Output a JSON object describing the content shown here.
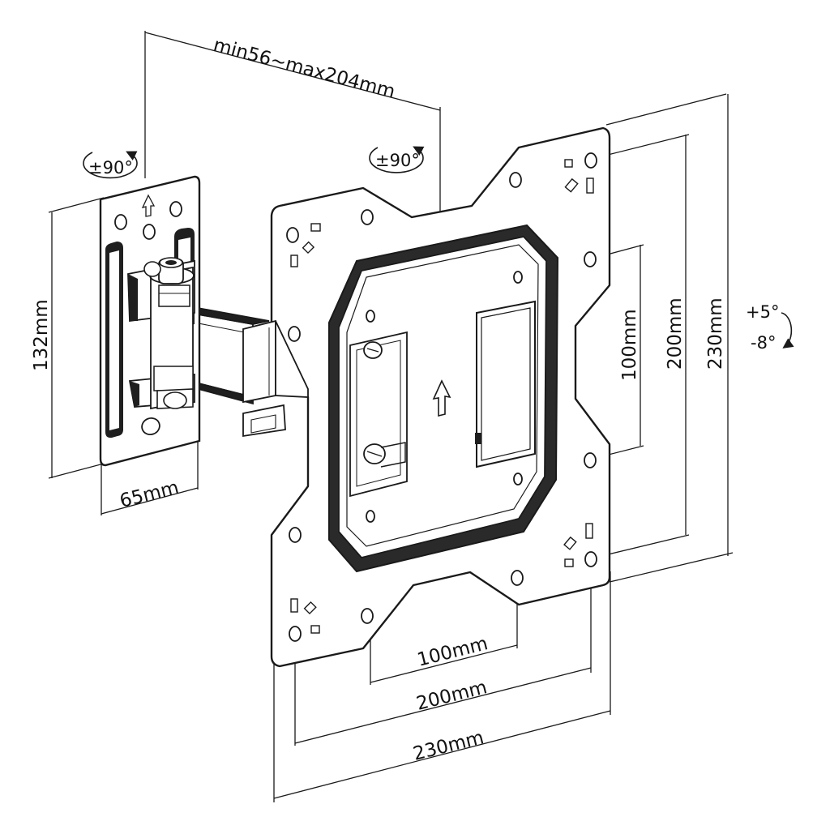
{
  "diagram": {
    "colors": {
      "line": "#1a1a1a",
      "dark": "#1f1f1f",
      "panel": "#2a2a2a",
      "background": "#ffffff"
    },
    "arm_length_label": "min56~max204mm",
    "wall_rotation_label": "±90°",
    "arm_rotation_label": "±90°",
    "wall_plate_height_label": "132mm",
    "wall_plate_width_label": "65mm",
    "inner_vertical_label": "100mm",
    "middle_vertical_label": "200mm",
    "outer_vertical_label": "230mm",
    "inner_horizontal_label": "100mm",
    "middle_horizontal_label": "200mm",
    "outer_horizontal_label": "230mm",
    "tilt_up_label": "+5°",
    "tilt_down_label": "-8°"
  }
}
